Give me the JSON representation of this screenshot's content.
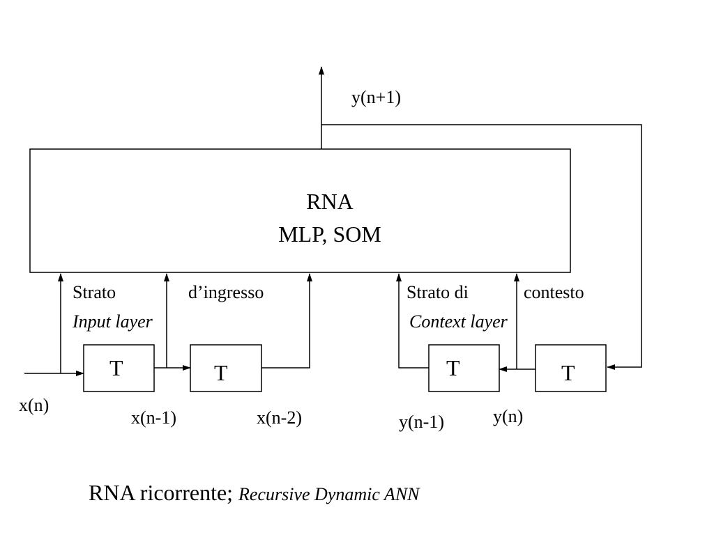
{
  "network": {
    "line1": "RNA",
    "line2": "MLP, SOM"
  },
  "input_layer": {
    "label_left": "Strato",
    "label_right": "d’ingresso",
    "label_en": "Input layer"
  },
  "context_layer": {
    "label_left": "Strato  di",
    "label_right": "contesto",
    "label_en": "Context layer"
  },
  "delay_label": "T",
  "signals": {
    "x_n": "x(n)",
    "x_n1": "x(n-1)",
    "x_n2": "x(n-2)",
    "y_n1": "y(n-1)",
    "y_n": "y(n)",
    "y_next": "y(n+1)"
  },
  "caption": {
    "main": "RNA ricorrente; ",
    "italic": "Recursive Dynamic ANN"
  }
}
